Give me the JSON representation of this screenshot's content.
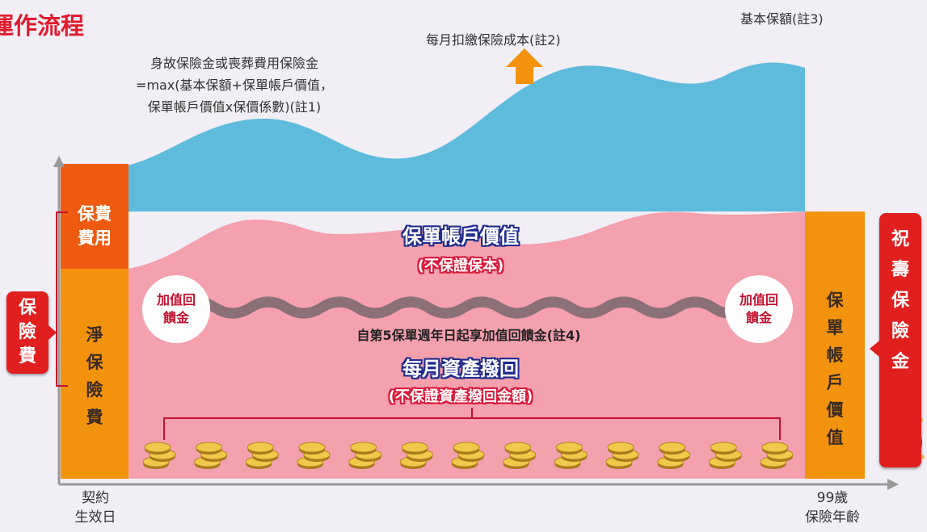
{
  "title": "運作流程",
  "top_right_label": "基本保額(註3)",
  "deduction_label": "每月扣繳保險成本(註2)",
  "death_benefit": {
    "line1": "身故保險金或喪葬費用保險金",
    "line2": "=max(基本保額+保單帳戶價值，",
    "line3": "保單帳戶價值x保價係數)(註1)"
  },
  "left_column": {
    "premium_expense": "保費費用",
    "net_premium": "淨保險費",
    "premium": "保險費"
  },
  "account_value": {
    "title": "保單帳戶價值",
    "subtitle": "(不保證保本)"
  },
  "bonus": {
    "left_label": "加值回饋金",
    "right_label": "加值回饋金",
    "note": "自第5保單週年日起享加值回饋金(註4)"
  },
  "asset_return": {
    "title": "每月資產撥回",
    "subtitle": "(不保證資產撥回金額)"
  },
  "right_column": {
    "account_value_vertical": "保單帳戶價值",
    "survival_benefit": "祝壽保險金"
  },
  "axis": {
    "start_line1": "契約",
    "start_line2": "生效日",
    "end_line1": "99歲",
    "end_line2": "保險年齡"
  },
  "colors": {
    "blue_area": "#5fbbdc",
    "pink_area": "#f4a0ad",
    "orange_dark": "#ee5a0f",
    "orange": "#f3930d",
    "red_badge": "#e11f1f",
    "wave": "#8c7077",
    "bracket": "#c0122f",
    "title_red": "#e01b2c"
  },
  "coin_count": 13
}
